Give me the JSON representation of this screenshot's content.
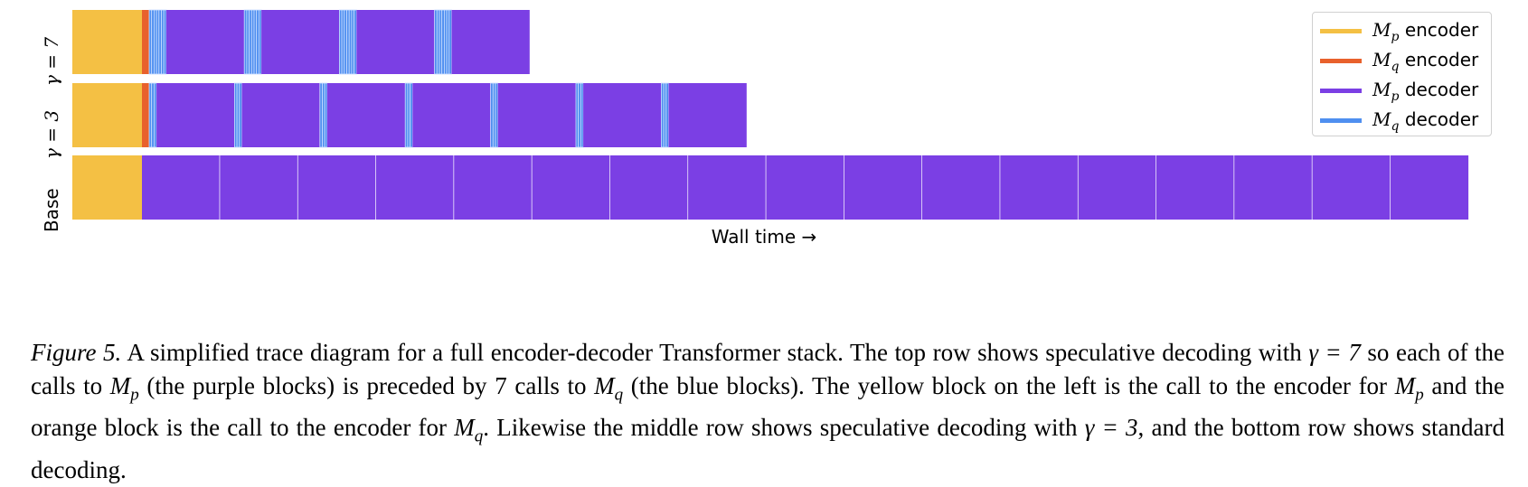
{
  "chart_data": {
    "type": "bar",
    "rows": [
      {
        "label": "γ = 7",
        "gamma": 7,
        "mp_encoder": 1,
        "mq_encoder": 1,
        "decoder_steps": 4
      },
      {
        "label": "γ = 3",
        "gamma": 3,
        "mp_encoder": 1,
        "mq_encoder": 1,
        "decoder_steps": 7
      },
      {
        "label": "Base",
        "gamma": 0,
        "mp_encoder": 1,
        "mq_encoder": 0,
        "decoder_steps": 17
      }
    ],
    "xlabel": "Wall time  →",
    "legend": [
      {
        "symbol": "M",
        "sub": "p",
        "text": "encoder",
        "color": "#f4c044"
      },
      {
        "symbol": "M",
        "sub": "q",
        "text": "encoder",
        "color": "#e8612c"
      },
      {
        "symbol": "M",
        "sub": "p",
        "text": "decoder",
        "color": "#7b3fe4"
      },
      {
        "symbol": "M",
        "sub": "q",
        "text": "decoder",
        "color": "#4f8ff0"
      }
    ],
    "legend_position": "top-right",
    "colors": {
      "mp_encoder": "#f4c044",
      "mq_encoder": "#e8612c",
      "mp_decoder": "#7b3fe4",
      "mq_decoder": "#4f8ff0"
    }
  },
  "caption": {
    "figure_label": "Figure 5.",
    "text_1": " A simplified trace diagram for a full encoder-decoder Transformer stack. The top row shows speculative decoding with ",
    "math_1": "γ = 7",
    "text_2": " so each of the calls to ",
    "math_2_sym": "M",
    "math_2_sub": "p",
    "text_3": " (the purple blocks) is preceded by 7 calls to ",
    "math_3_sym": "M",
    "math_3_sub": "q",
    "text_4": " (the blue blocks). The yellow block on the left is the call to the encoder for ",
    "math_4_sym": "M",
    "math_4_sub": "p",
    "text_5": " and the orange block is the call to the encoder for ",
    "math_5_sym": "M",
    "math_5_sub": "q",
    "text_6": ". Likewise the middle row shows speculative decoding with ",
    "math_6": "γ = 3",
    "text_7": ", and the bottom row shows standard decoding."
  }
}
